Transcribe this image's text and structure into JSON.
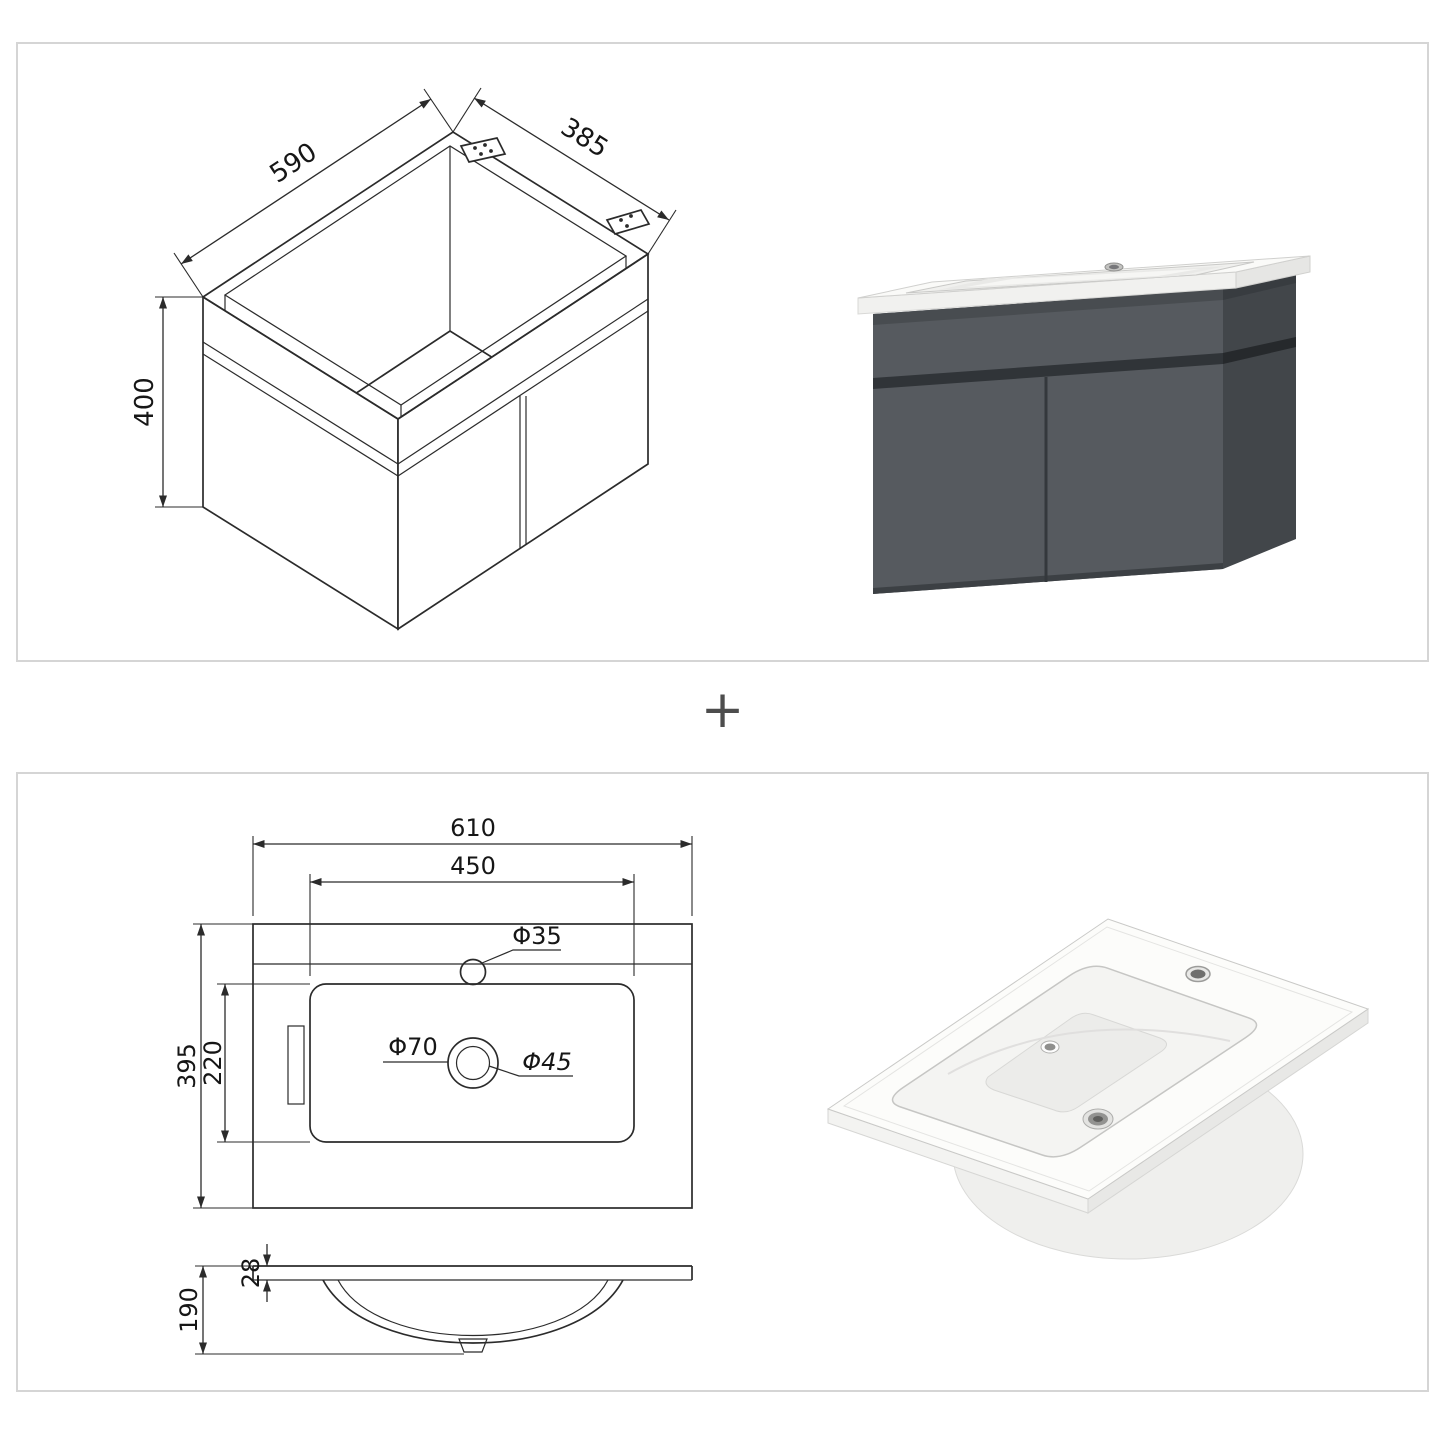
{
  "divider": {
    "plus": "+"
  },
  "cabinet": {
    "dims": {
      "width": "590",
      "depth": "385",
      "height": "400"
    }
  },
  "basin": {
    "plan": {
      "outer_width": "610",
      "bowl_width": "450",
      "faucet_hole": "Φ35",
      "outer_depth": "395",
      "bowl_depth": "220",
      "drain_outer": "Φ70",
      "drain_inner": "Φ45"
    },
    "section": {
      "total_height": "190",
      "rim_thickness": "28"
    }
  },
  "colors": {
    "line": "#2b2b2b",
    "panel_border": "#d5d5d5",
    "cabinet_front": "#565a5f",
    "cabinet_side": "#42464a",
    "cabinet_groove": "#303438",
    "counter_white": "#fafaf8",
    "basin_white": "#fcfcfa",
    "plus": "#4d4d4d"
  }
}
